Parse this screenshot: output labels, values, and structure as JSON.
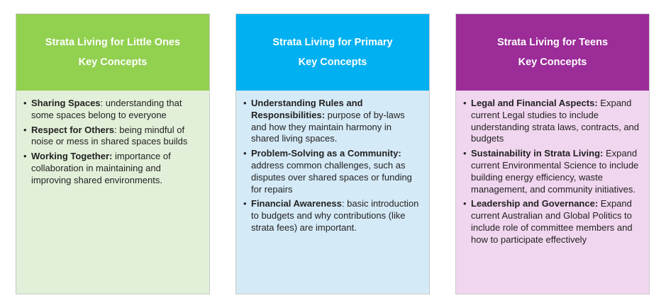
{
  "cards": [
    {
      "header": {
        "line1": "Strata Living for Little Ones",
        "line2": "Key Concepts"
      },
      "items": [
        {
          "term": "Sharing Spaces",
          "sep": ":",
          "desc": " understanding that some spaces belong to everyone"
        },
        {
          "term": "Respect for Others",
          "sep": ":",
          "desc": " being mindful of noise or mess in shared spaces builds"
        },
        {
          "term": "Working Together:",
          "sep": "",
          "desc": " importance of collaboration in maintaining and improving shared environments."
        }
      ]
    },
    {
      "header": {
        "line1": "Strata Living for Primary",
        "line2": "Key Concepts"
      },
      "items": [
        {
          "term": "Understanding Rules and Responsibilities:",
          "sep": "",
          "desc": " purpose of by-laws and how they maintain harmony in shared living spaces."
        },
        {
          "term": "Problem-Solving as a Community:",
          "sep": "",
          "desc": " address common challenges, such as disputes over shared spaces or funding for repairs"
        },
        {
          "term": "Financial Awareness",
          "sep": ":",
          "desc": " basic introduction to budgets and why contributions (like strata fees) are important."
        }
      ]
    },
    {
      "header": {
        "line1": "Strata Living for Teens",
        "line2": "Key Concepts"
      },
      "items": [
        {
          "term": "Legal and Financial Aspects:",
          "sep": "",
          "desc": " Expand current Legal studies to include understanding strata laws, contracts, and budgets"
        },
        {
          "term": "Sustainability in Strata Living:",
          "sep": "",
          "desc": " Expand current Environmental Science to include building energy efficiency, waste management, and community initiatives."
        },
        {
          "term": "Leadership and Governance:",
          "sep": "",
          "desc": " Expand current Australian and Global Politics to include role of committee members and how to participate effectively"
        }
      ]
    }
  ],
  "bullet_glyph": "•",
  "colors": {
    "little_ones_header": "#92d050",
    "little_ones_body": "#e2f0d9",
    "primary_header": "#00b0f0",
    "primary_body": "#d5eaf7",
    "teens_header": "#9b2c98",
    "teens_body": "#f1d6ef"
  }
}
